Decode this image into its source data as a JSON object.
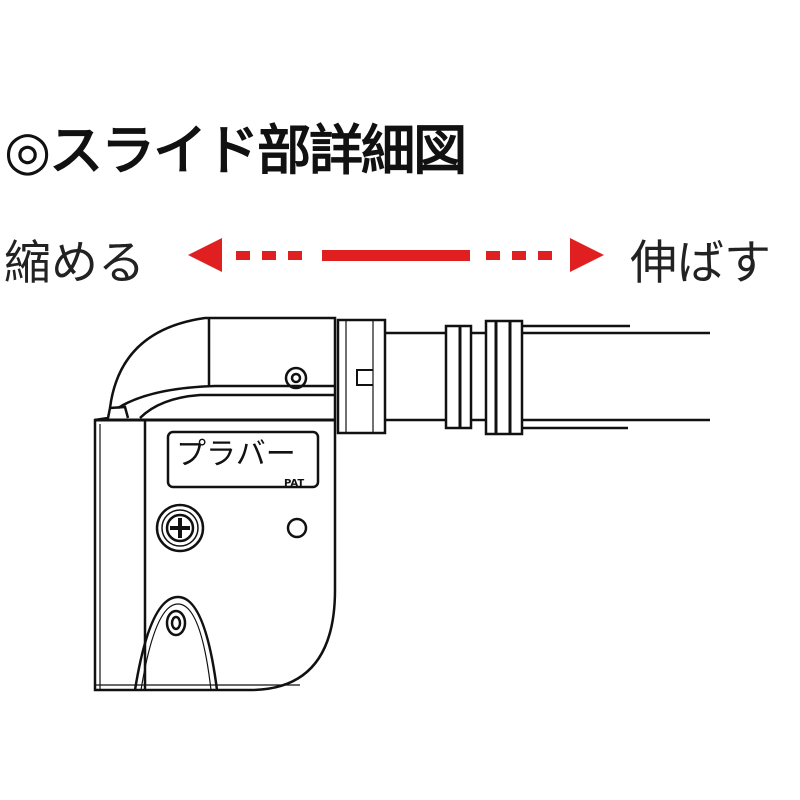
{
  "title": "◎スライド部詳細図",
  "direction": {
    "shrink_label": "縮める",
    "extend_label": "伸ばす",
    "arrow_color": "#e02020"
  },
  "product": {
    "brand_label": "プラバー",
    "patent_mark": "PAT"
  }
}
